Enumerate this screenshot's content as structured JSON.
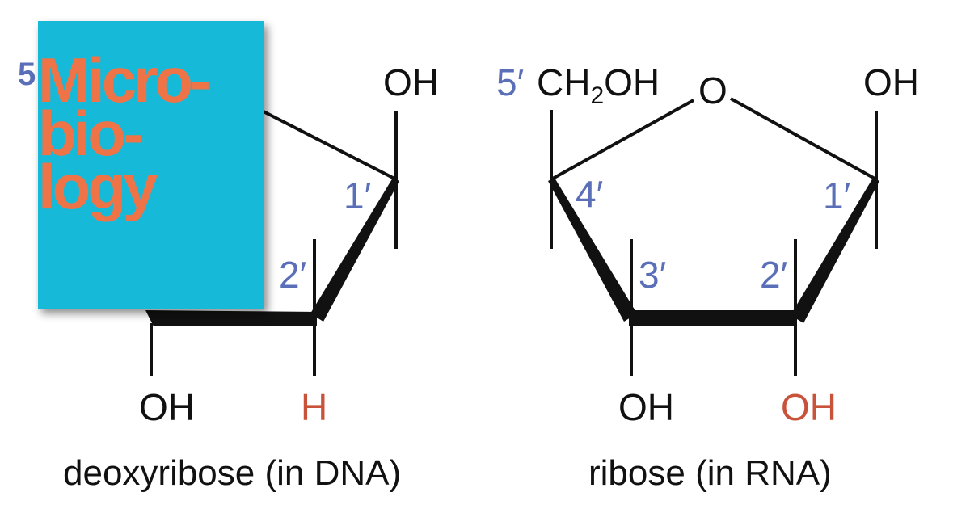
{
  "deoxyribose": {
    "oh_top": "OH",
    "c1_label": "1′",
    "c2_label": "2′",
    "oh_bottom": "OH",
    "h_bottom": "H",
    "caption": "deoxyribose (in DNA)"
  },
  "ribose": {
    "c5_label": "5′",
    "ch2oh_main": "CH",
    "ch2oh_sub": "2",
    "ch2oh_end": "OH",
    "ring_o": "O",
    "oh_top": "OH",
    "c4_label": "4′",
    "c1_label": "1′",
    "c3_label": "3′",
    "c2_label": "2′",
    "oh_c3": "OH",
    "oh_c2": "OH",
    "caption": "ribose (in RNA)"
  },
  "logo": {
    "text": "Micro-\nbio-\nlogy",
    "partial_label": "5"
  },
  "colors": {
    "label_blue": "#5a6fb8",
    "highlight_red": "#c9533a",
    "logo_bg": "#17b9d9",
    "logo_text": "#ee7448"
  }
}
